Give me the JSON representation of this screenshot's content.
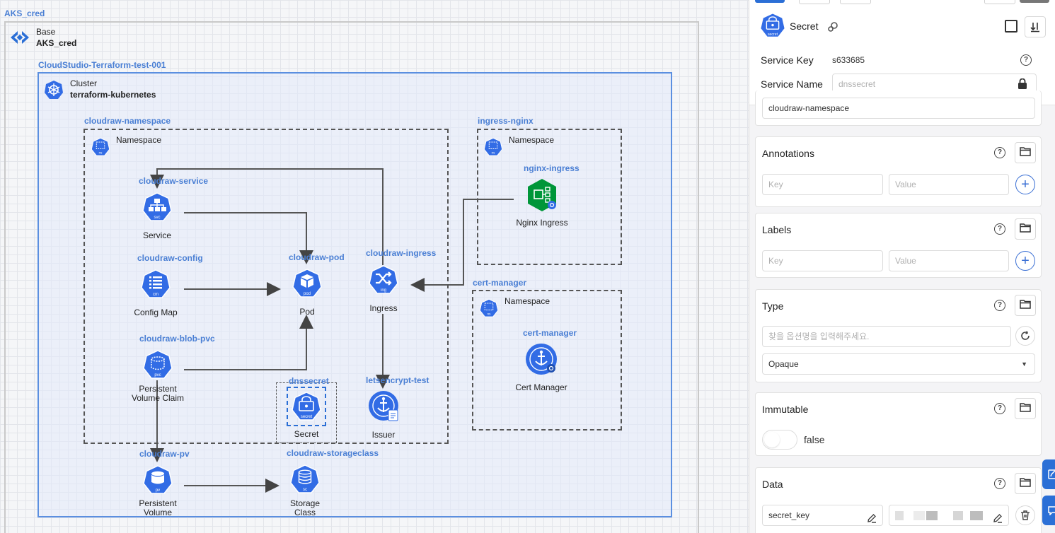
{
  "canvas": {
    "base_group": "AKS_cred",
    "base_header": {
      "type": "Base",
      "name": "AKS_cred"
    },
    "cluster_group": "CloudStudio-Terraform-test-001",
    "cluster_header": {
      "type": "Cluster",
      "name": "terraform-kubernetes"
    },
    "namespaces": [
      {
        "title": "cloudraw-namespace",
        "label": "Namespace"
      },
      {
        "title": "ingress-nginx",
        "label": "Namespace"
      },
      {
        "title": "cert-manager",
        "label": "Namespace"
      }
    ],
    "nodes": [
      {
        "name": "cloudraw-service",
        "label": "Service",
        "short": "svc"
      },
      {
        "name": "cloudraw-config",
        "label": "Config Map",
        "short": "cm"
      },
      {
        "name": "cloudraw-blob-pvc",
        "label": "Persistent Volume Claim",
        "label_line1": "Persistent",
        "label_line2": "Volume Claim",
        "short": "pvc"
      },
      {
        "name": "cloudraw-pod",
        "label": "Pod",
        "short": "pod"
      },
      {
        "name": "cloudraw-ingress",
        "label": "Ingress",
        "short": "ing"
      },
      {
        "name": "dnssecret",
        "label": "Secret",
        "short": "secret"
      },
      {
        "name": "letsencrypt-test",
        "label": "Issuer"
      },
      {
        "name": "nginx-ingress",
        "label": "Nginx Ingress"
      },
      {
        "name": "cert-manager",
        "label": "Cert Manager"
      },
      {
        "name": "cloudraw-pv",
        "label": "Persistent Volume",
        "label_line1": "Persistent",
        "label_line2": "Volume",
        "short": "pv"
      },
      {
        "name": "cloudraw-storageclass",
        "label": "Storage Class",
        "label_line1": "Storage",
        "label_line2": "Class",
        "short": "sc"
      }
    ],
    "ns_icon_short": "ns"
  },
  "panel": {
    "resource_title": "Secret",
    "resource_icon_short": "secret",
    "service_key_label": "Service Key",
    "service_key_value": "s633685",
    "service_name_label": "Service Name",
    "service_name_value": "dnssecret",
    "namespace_value": "cloudraw-namespace",
    "annotations": {
      "title": "Annotations",
      "key_placeholder": "Key",
      "value_placeholder": "Value"
    },
    "labels": {
      "title": "Labels",
      "key_placeholder": "Key",
      "value_placeholder": "Value"
    },
    "type": {
      "title": "Type",
      "search_placeholder": "찾을 옵션명을 입력해주세요.",
      "selected": "Opaque"
    },
    "immutable": {
      "title": "Immutable",
      "value": "false"
    },
    "data": {
      "title": "Data",
      "key": "secret_key"
    },
    "help_symbol": "?"
  },
  "colors": {
    "accent": "#3a6fd4",
    "k8s_blue": "#326ce5",
    "nginx_green": "#009639",
    "group_title": "#4a7fd4"
  }
}
